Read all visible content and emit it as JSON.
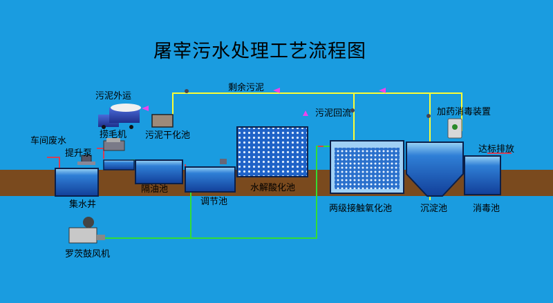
{
  "title": "屠宰污水处理工艺流程图",
  "labels": {
    "sludge_transport": "污泥外运",
    "sludge_drying_pool": "污泥干化池",
    "excess_sludge": "剩余污泥",
    "sludge_return": "污泥回流",
    "dosing_device": "加药消毒装置",
    "discharge": "达标排放",
    "workshop_wastewater": "车间废水",
    "lift_pump": "提升泵",
    "screen_machine": "捞毛机",
    "oil_separator": "隔油池",
    "equalization_tank": "调节池",
    "hydrolysis_tank": "水解酸化池",
    "contact_oxidation_tank": "两级接触氧化池",
    "sedimentation_tank": "沉淀池",
    "disinfection_tank": "消毒池",
    "collection_well": "集水井",
    "roots_blower": "罗茨鼓风机"
  },
  "colors": {
    "background": "#1a9ce0",
    "ground": "#7a4a1e",
    "pipe_sludge": "#ffff33",
    "pipe_air": "#33dd33",
    "pipe_water": "#ee3344",
    "flow_arrow": "#ee44ee",
    "tank_water": "#1a5fbf"
  }
}
